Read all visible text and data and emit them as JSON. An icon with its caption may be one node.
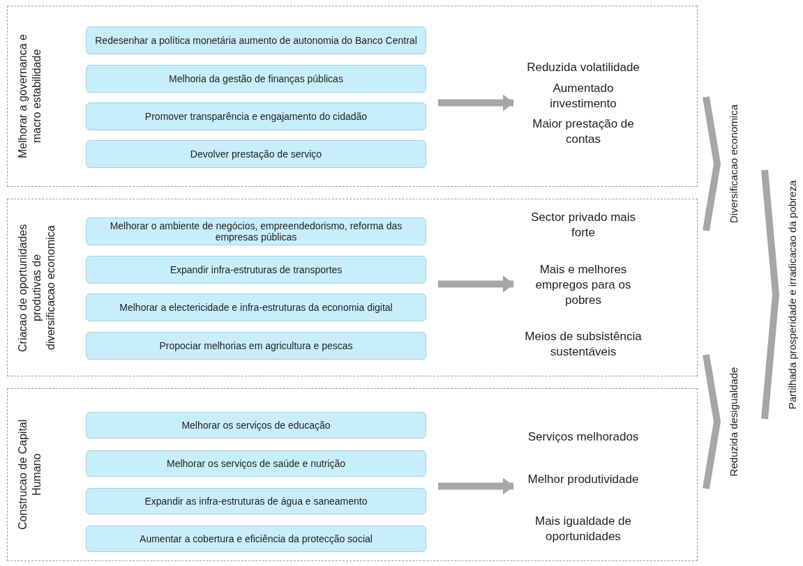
{
  "diagram": {
    "nodes": [
      {
        "text": [
          "Melhorar a governanca e macro estabilidade"
        ]
      },
      {
        "text": [
          "Redesenhar a política monetária aumento de autonomia do Banco Central"
        ],
        "in": 0
      },
      {
        "text": [
          "Melhoria da gestão de finanças públicas"
        ],
        "in": 0
      },
      {
        "text": [
          "Promover transparência e engajamento do cidadão"
        ],
        "in": 0
      },
      {
        "text": [
          "Devolver prestação de serviço"
        ],
        "in": 0
      },
      {
        "text": [
          "Reduzida volatilidade",
          "Aumentado investimento",
          "Maior prestação de contas"
        ],
        "in": 0
      },
      {
        "text": [
          "Criacao de oportunidades produtivas de diversificacao economica"
        ]
      },
      {
        "text": [
          "Melhorar o ambiente de negócios, empreendedorismo, reforma das empresas públicas"
        ],
        "in": 6
      },
      {
        "text": [
          "Expandir infra-estruturas de transportes"
        ],
        "in": 6
      },
      {
        "text": [
          "Melhorar a electericidade e infra-estruturas da economia digital"
        ],
        "in": 6
      },
      {
        "text": [
          "Propociar melhorias em agricultura e pescas"
        ],
        "in": 6
      },
      {
        "text": [
          "Sector privado mais forte",
          "Mais e melhores empregos para os pobres",
          "Meios de subsistência sustentáveis"
        ],
        "in": 6
      },
      {
        "text": [
          "Construcao de Capital Humano"
        ]
      },
      {
        "text": [
          "Melhorar os serviços de educação"
        ],
        "in": 12
      },
      {
        "text": [
          "Melhorar os serviços de saúde e nutrição"
        ],
        "in": 12
      },
      {
        "text": [
          "Expandir as infra-estruturas de água e saneamento"
        ],
        "in": 12
      },
      {
        "text": [
          "Aumentar a cobertura e eficiência da protecção social"
        ],
        "in": 12
      },
      {
        "text": [
          "Serviços melhorados",
          "Melhor produtividade",
          "Mais igualdade de oportunidades"
        ],
        "in": 12
      },
      {
        "text": [
          "Diversificacao economica"
        ]
      },
      {
        "text": [
          "Reduzida desigualdade"
        ]
      },
      {
        "text": [
          "Partilhada prosperidade e irradicacao da pobreza"
        ]
      }
    ],
    "edges": [
      {
        "from": null,
        "to": 5,
        "arrow": "to"
      },
      {
        "from": null,
        "to": 11,
        "arrow": "to"
      },
      {
        "from": null,
        "to": 17,
        "arrow": "to"
      }
    ]
  }
}
